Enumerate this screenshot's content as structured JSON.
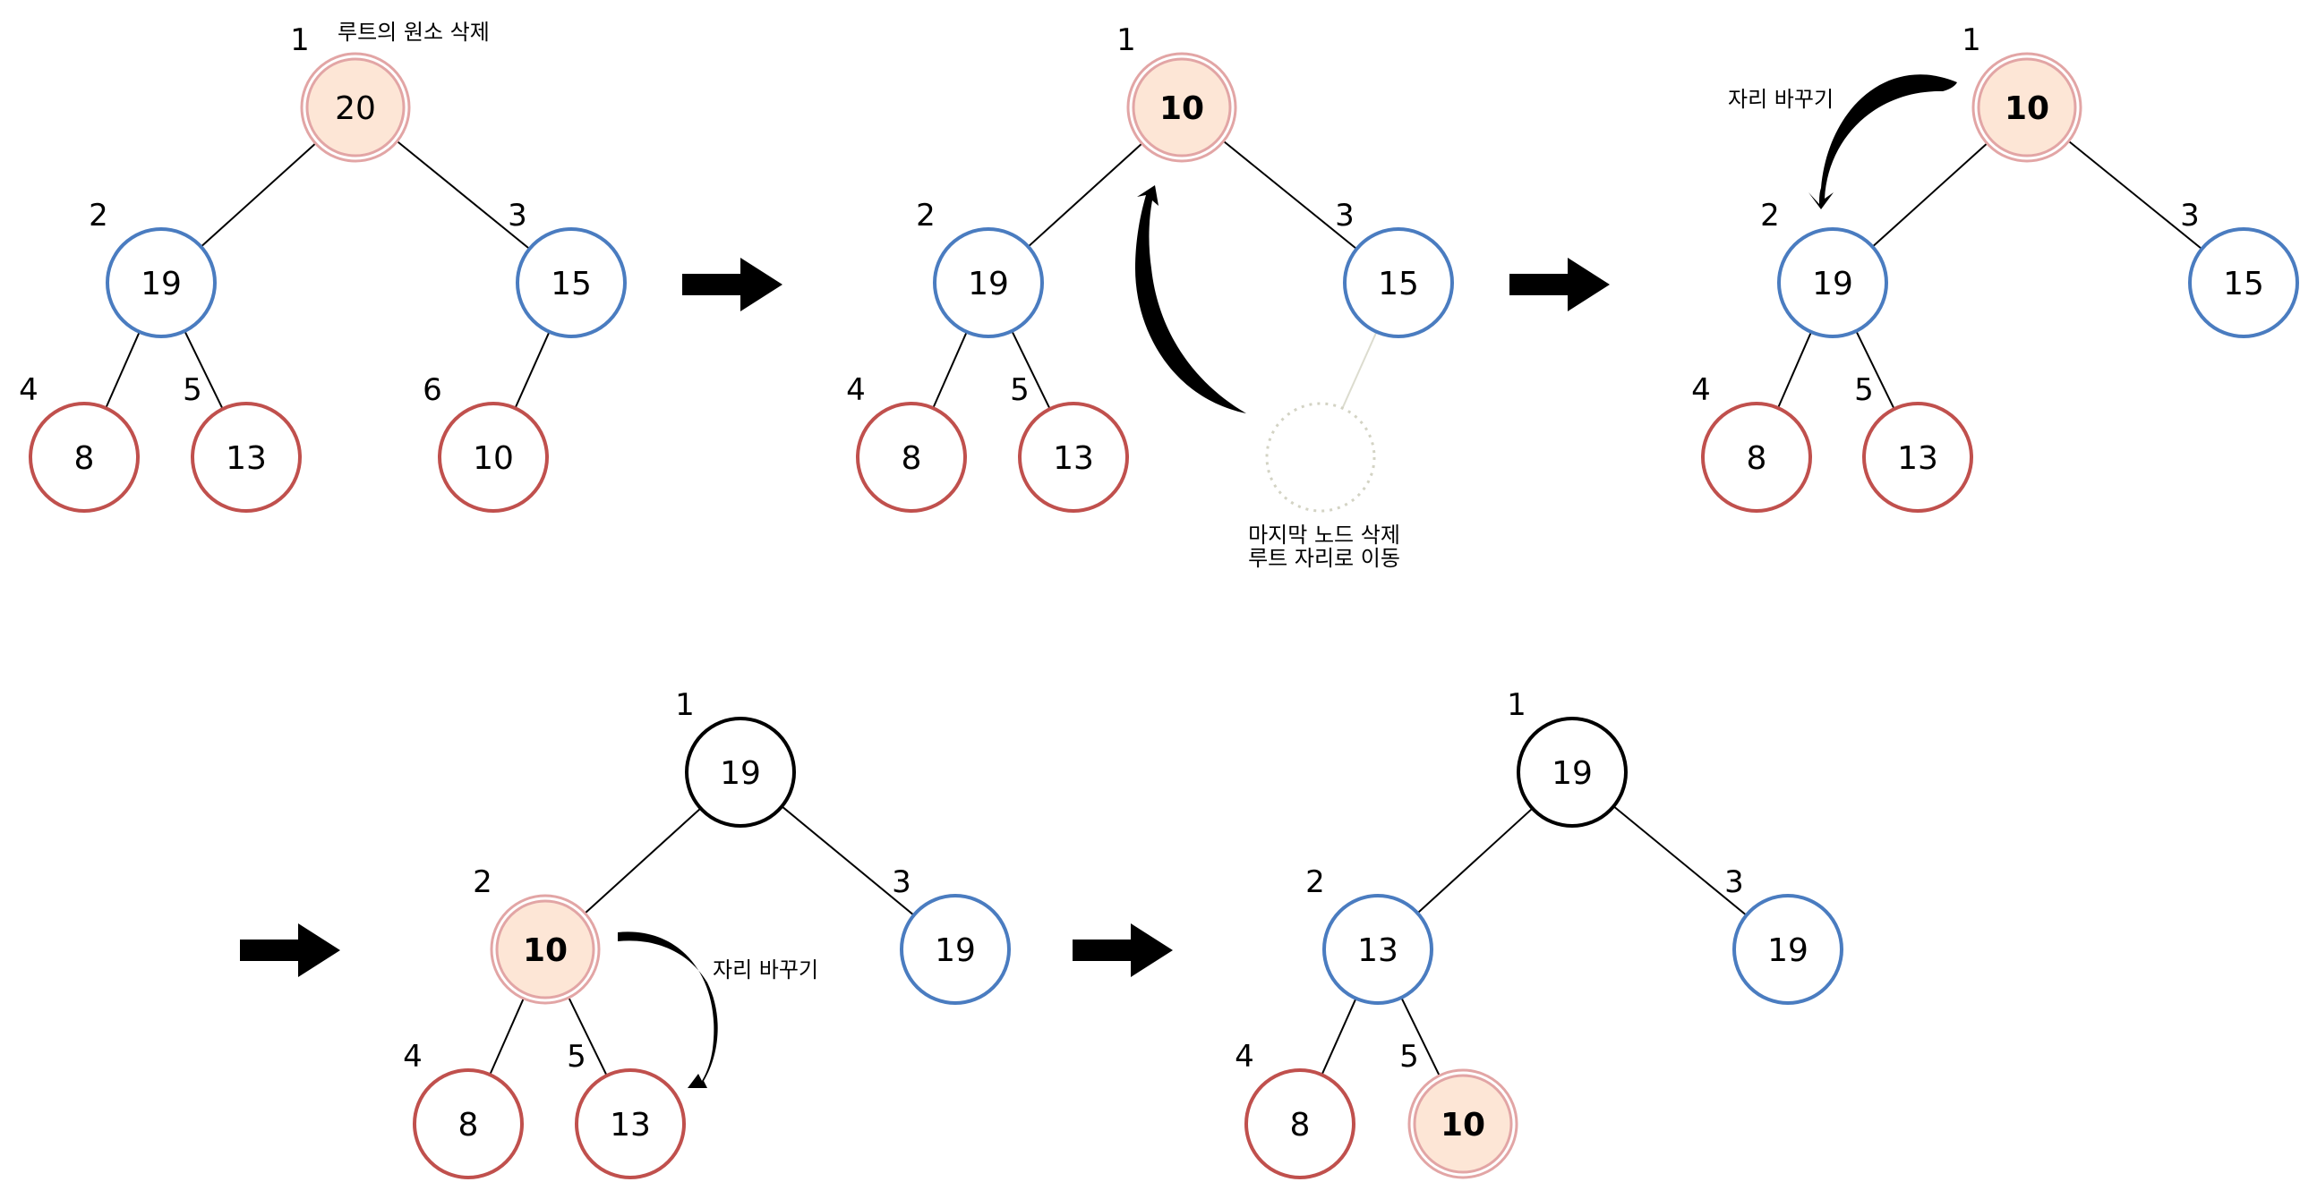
{
  "colors": {
    "blue_node": "#4a7cc0",
    "red_node": "#c0504d",
    "highlight_fill": "#fde6d6",
    "highlight_stroke": "#e2a5a5",
    "root_black": "#000000",
    "ghost": "#d3d3c4"
  },
  "stages": [
    {
      "nodes": [
        {
          "id": "n1",
          "index": "1",
          "value": "20",
          "style": "highlight",
          "bold": false
        },
        {
          "id": "n2",
          "index": "2",
          "value": "19",
          "style": "blue",
          "bold": false
        },
        {
          "id": "n3",
          "index": "3",
          "value": "15",
          "style": "blue",
          "bold": false
        },
        {
          "id": "n4",
          "index": "4",
          "value": "8",
          "style": "red",
          "bold": false
        },
        {
          "id": "n5",
          "index": "5",
          "value": "13",
          "style": "red",
          "bold": false
        },
        {
          "id": "n6",
          "index": "6",
          "value": "10",
          "style": "red",
          "bold": false
        }
      ],
      "edges": [
        [
          "n1",
          "n2"
        ],
        [
          "n1",
          "n3"
        ],
        [
          "n2",
          "n4"
        ],
        [
          "n2",
          "n5"
        ],
        [
          "n3",
          "n6"
        ]
      ],
      "notes": [
        {
          "id": "note-root",
          "lines": [
            "루트의 원소 삭제"
          ]
        }
      ]
    },
    {
      "nodes": [
        {
          "id": "n1",
          "index": "1",
          "value": "10",
          "style": "highlight",
          "bold": true
        },
        {
          "id": "n2",
          "index": "2",
          "value": "19",
          "style": "blue",
          "bold": false
        },
        {
          "id": "n3",
          "index": "3",
          "value": "15",
          "style": "blue",
          "bold": false
        },
        {
          "id": "n4",
          "index": "4",
          "value": "8",
          "style": "red",
          "bold": false
        },
        {
          "id": "n5",
          "index": "5",
          "value": "13",
          "style": "red",
          "bold": false
        },
        {
          "id": "n6",
          "index": "",
          "value": "",
          "style": "ghost",
          "bold": false
        }
      ],
      "edges": [
        [
          "n1",
          "n2"
        ],
        [
          "n1",
          "n3"
        ],
        [
          "n2",
          "n4"
        ],
        [
          "n2",
          "n5"
        ],
        [
          "n3",
          "n6",
          "faint"
        ]
      ],
      "notes": [
        {
          "id": "note-move",
          "lines": [
            "마지막 노드 삭제",
            "루트 자리로 이동"
          ]
        }
      ]
    },
    {
      "nodes": [
        {
          "id": "n1",
          "index": "1",
          "value": "10",
          "style": "highlight",
          "bold": true
        },
        {
          "id": "n2",
          "index": "2",
          "value": "19",
          "style": "blue",
          "bold": false
        },
        {
          "id": "n3",
          "index": "3",
          "value": "15",
          "style": "blue",
          "bold": false
        },
        {
          "id": "n4",
          "index": "4",
          "value": "8",
          "style": "red",
          "bold": false
        },
        {
          "id": "n5",
          "index": "5",
          "value": "13",
          "style": "red",
          "bold": false
        }
      ],
      "edges": [
        [
          "n1",
          "n2"
        ],
        [
          "n1",
          "n3"
        ],
        [
          "n2",
          "n4"
        ],
        [
          "n2",
          "n5"
        ]
      ],
      "notes": [
        {
          "id": "note-swap1",
          "lines": [
            "자리 바꾸기"
          ]
        }
      ]
    },
    {
      "nodes": [
        {
          "id": "n1",
          "index": "1",
          "value": "19",
          "style": "black",
          "bold": false
        },
        {
          "id": "n2",
          "index": "2",
          "value": "10",
          "style": "highlight",
          "bold": true
        },
        {
          "id": "n3",
          "index": "3",
          "value": "19",
          "style": "blue",
          "bold": false
        },
        {
          "id": "n4",
          "index": "4",
          "value": "8",
          "style": "red",
          "bold": false
        },
        {
          "id": "n5",
          "index": "5",
          "value": "13",
          "style": "red",
          "bold": false
        }
      ],
      "edges": [
        [
          "n1",
          "n2"
        ],
        [
          "n1",
          "n3"
        ],
        [
          "n2",
          "n4"
        ],
        [
          "n2",
          "n5"
        ]
      ],
      "notes": [
        {
          "id": "note-swap2",
          "lines": [
            "자리 바꾸기"
          ]
        }
      ]
    },
    {
      "nodes": [
        {
          "id": "n1",
          "index": "1",
          "value": "19",
          "style": "black",
          "bold": false
        },
        {
          "id": "n2",
          "index": "2",
          "value": "13",
          "style": "blue",
          "bold": false
        },
        {
          "id": "n3",
          "index": "3",
          "value": "19",
          "style": "blue",
          "bold": false
        },
        {
          "id": "n4",
          "index": "4",
          "value": "8",
          "style": "red",
          "bold": false
        },
        {
          "id": "n5",
          "index": "5",
          "value": "10",
          "style": "highlight",
          "bold": true
        }
      ],
      "edges": [
        [
          "n1",
          "n2"
        ],
        [
          "n1",
          "n3"
        ],
        [
          "n2",
          "n4"
        ],
        [
          "n2",
          "n5"
        ]
      ],
      "notes": []
    }
  ]
}
